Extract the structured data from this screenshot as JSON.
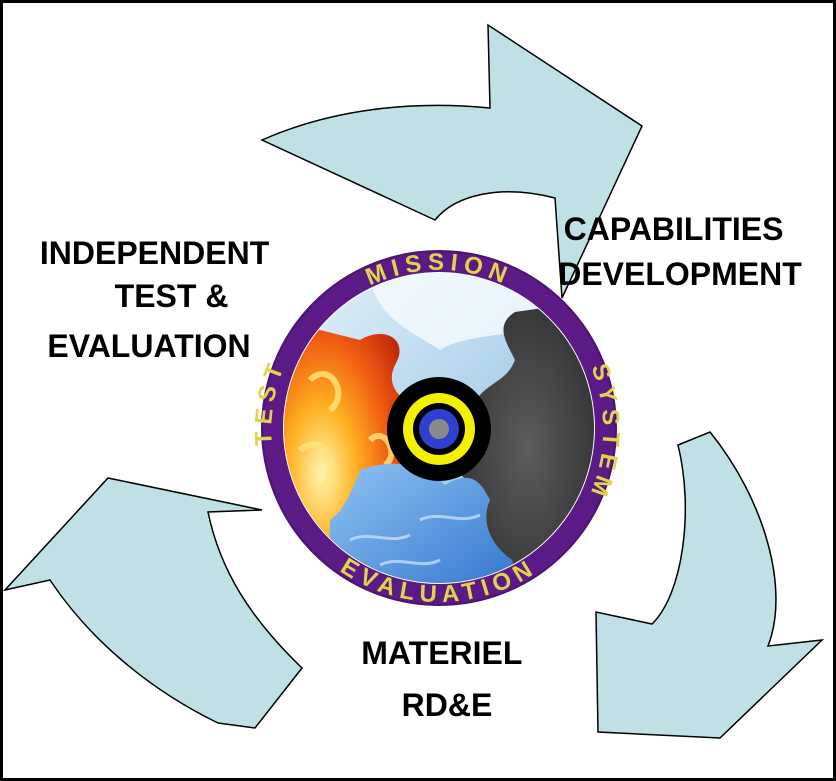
{
  "labels": {
    "capabilities": [
      "CAPABILITIES",
      "DEVELOPMENT"
    ],
    "independent": [
      "INDEPENDENT",
      "TEST &",
      "EVALUATION"
    ],
    "materiel": [
      "MATERIEL",
      "RD&E"
    ]
  },
  "emblem": {
    "top": "MISSION",
    "right": "SYSTEM",
    "bottom": "EVALUATION",
    "left": "TEST"
  },
  "colors": {
    "arrow_fill": "#bfe1e6",
    "ring": "#5b1a86",
    "ring_text": "#e2d44a",
    "target_black": "#000000",
    "target_yellow": "#f3f000",
    "target_blue": "#2f3fd0",
    "target_center": "#8a8a8a"
  }
}
